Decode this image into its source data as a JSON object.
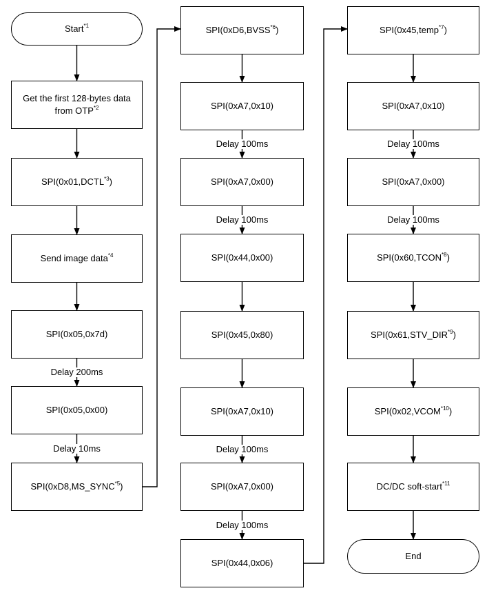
{
  "columns": [
    {
      "steps": [
        {
          "text": "Start",
          "note": "*1",
          "shape": "terminal"
        },
        {
          "text": "Get the first 128-bytes data\nfrom OTP",
          "note": "*2"
        },
        {
          "text": "SPI(0x01,DCTL",
          "note": "*3",
          "suffix": ")"
        },
        {
          "text": "Send image data",
          "note": "*4"
        },
        {
          "text": "SPI(0x05,0x7d)"
        },
        {
          "text": "SPI(0x05,0x00)"
        },
        {
          "text": "SPI(0xD8,MS_SYNC",
          "note": "*5",
          "suffix": ")"
        }
      ],
      "delays": [
        "",
        "",
        "",
        "",
        "Delay 200ms",
        "Delay 10ms"
      ]
    },
    {
      "steps": [
        {
          "text": "SPI(0xD6,BVSS",
          "note": "*6",
          "suffix": ")"
        },
        {
          "text": "SPI(0xA7,0x10)"
        },
        {
          "text": "SPI(0xA7,0x00)"
        },
        {
          "text": "SPI(0x44,0x00)"
        },
        {
          "text": "SPI(0x45,0x80)"
        },
        {
          "text": "SPI(0xA7,0x10)"
        },
        {
          "text": "SPI(0xA7,0x00)"
        },
        {
          "text": "SPI(0x44,0x06)"
        }
      ],
      "delays": [
        "",
        "Delay 100ms",
        "Delay 100ms",
        "",
        "",
        "Delay 100ms",
        "Delay 100ms"
      ]
    },
    {
      "steps": [
        {
          "text": "SPI(0x45,temp",
          "note": "*7",
          "suffix": ")"
        },
        {
          "text": "SPI(0xA7,0x10)"
        },
        {
          "text": "SPI(0xA7,0x00)"
        },
        {
          "text": "SPI(0x60,TCON",
          "note": "*8",
          "suffix": ")"
        },
        {
          "text": "SPI(0x61,STV_DIR",
          "note": "*9",
          "suffix": ")"
        },
        {
          "text": "SPI(0x02,VCOM",
          "note": "*10",
          "suffix": ")"
        },
        {
          "text": "DC/DC soft-start",
          "note": "*11"
        },
        {
          "text": "End",
          "shape": "terminal"
        }
      ],
      "delays": [
        "",
        "Delay 100ms",
        "Delay 100ms",
        "",
        "",
        "",
        ""
      ]
    }
  ]
}
